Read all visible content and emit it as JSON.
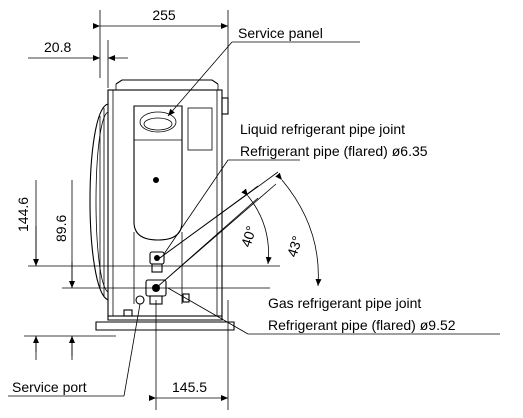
{
  "dimensions": {
    "width_255": "255",
    "offset_20_8": "20.8",
    "height_144_6": "144.6",
    "height_89_6": "89.6",
    "bottom_145_5": "145.5",
    "angle_40": "40°",
    "angle_43": "43°"
  },
  "callouts": {
    "service_panel": "Service panel",
    "liquid_joint": "Liquid refrigerant pipe joint",
    "liquid_pipe": "Refrigerant pipe (flared) ø6.35",
    "gas_joint": "Gas refrigerant pipe joint",
    "gas_pipe": "Refrigerant pipe (flared) ø9.52",
    "service_port": "Service port"
  },
  "colors": {
    "line": "#000000",
    "background": "#ffffff"
  }
}
